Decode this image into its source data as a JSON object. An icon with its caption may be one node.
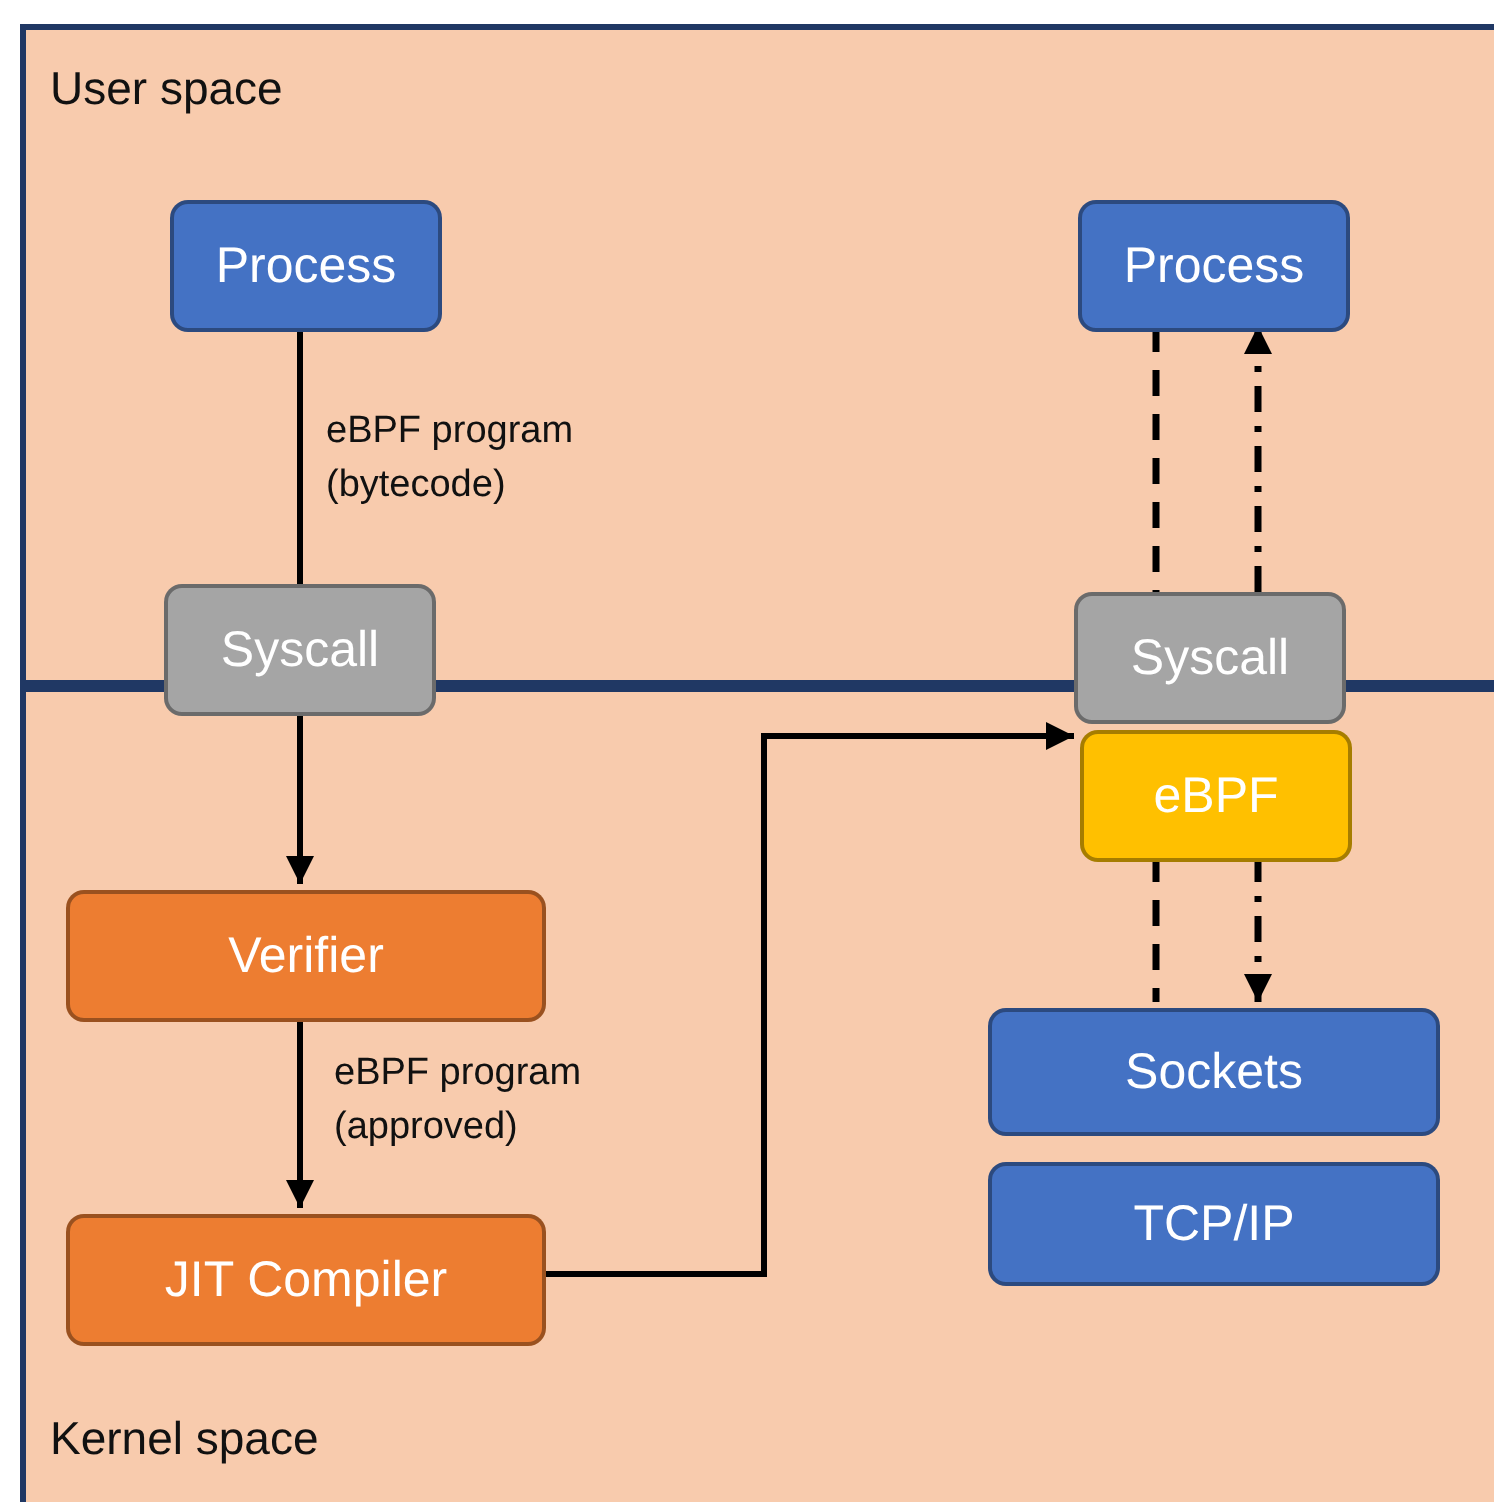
{
  "diagram": {
    "nodes": [
      {
        "text": [
          "User space"
        ]
      },
      {
        "text": [
          "Kernel space"
        ]
      },
      {
        "text": [
          "Process"
        ],
        "in": 0
      },
      {
        "text": [
          "Process"
        ],
        "in": 0
      },
      {
        "text": [
          "Syscall"
        ]
      },
      {
        "text": [
          "Syscall"
        ]
      },
      {
        "text": [
          "Verifier"
        ],
        "in": 1
      },
      {
        "text": [
          "eBPF"
        ],
        "in": 1
      },
      {
        "text": [
          "Sockets"
        ],
        "in": 1
      },
      {
        "text": [
          "JIT Compiler"
        ],
        "in": 1
      },
      {
        "text": [
          "TCP/IP"
        ],
        "in": 1
      }
    ],
    "edges": [
      {
        "from": 2,
        "to": 4,
        "arrow": "none",
        "label": "eBPF program (bytecode)"
      },
      {
        "from": 4,
        "to": 6,
        "arrow": "to"
      },
      {
        "from": 6,
        "to": 9,
        "arrow": "to",
        "label": "eBPF program (approved)"
      },
      {
        "from": 9,
        "to": 7,
        "arrow": "to"
      },
      {
        "from": 3,
        "to": 5,
        "arrow": "none",
        "style": "dashed"
      },
      {
        "from": 5,
        "to": 3,
        "arrow": "to",
        "style": "dashed"
      },
      {
        "from": 7,
        "to": 8,
        "arrow": "none",
        "style": "dashed"
      },
      {
        "from": 7,
        "to": 8,
        "arrow": "to",
        "style": "dashed"
      }
    ]
  }
}
